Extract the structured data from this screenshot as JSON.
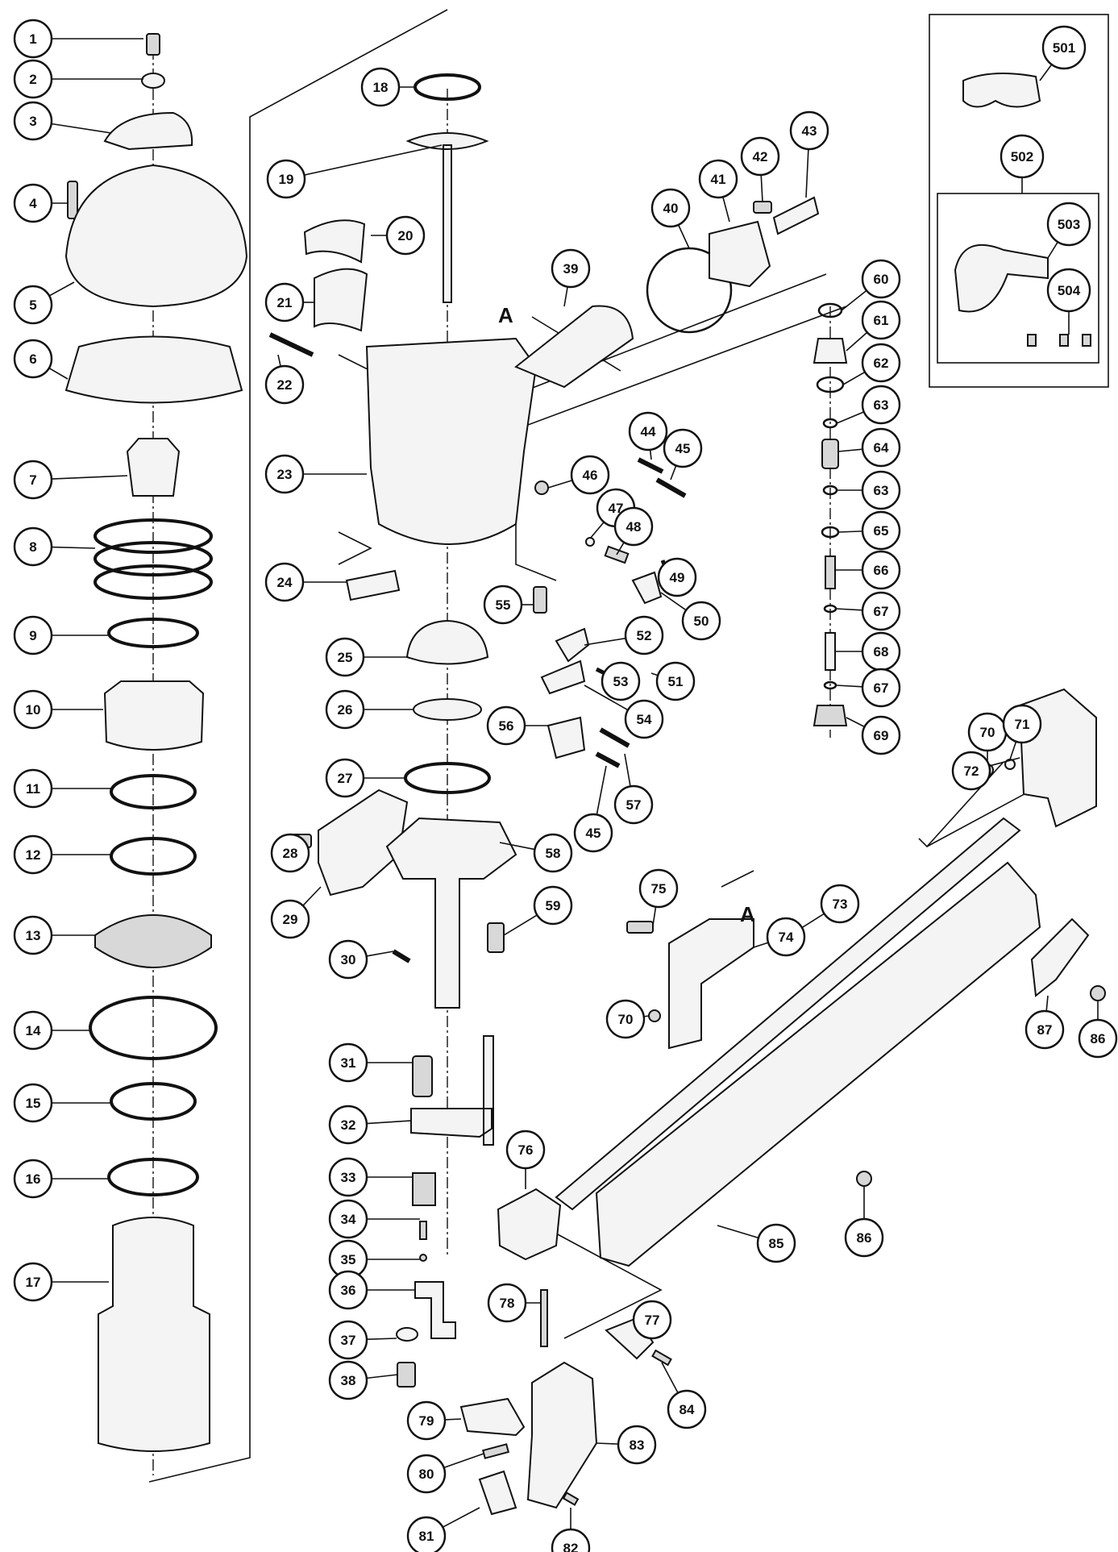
{
  "section_letter": "A",
  "callouts": [
    {
      "label": "1"
    },
    {
      "label": "2"
    },
    {
      "label": "3"
    },
    {
      "label": "4"
    },
    {
      "label": "5"
    },
    {
      "label": "6"
    },
    {
      "label": "7"
    },
    {
      "label": "8"
    },
    {
      "label": "9"
    },
    {
      "label": "10"
    },
    {
      "label": "11"
    },
    {
      "label": "12"
    },
    {
      "label": "13"
    },
    {
      "label": "14"
    },
    {
      "label": "15"
    },
    {
      "label": "16"
    },
    {
      "label": "17"
    },
    {
      "label": "18"
    },
    {
      "label": "19"
    },
    {
      "label": "20"
    },
    {
      "label": "21"
    },
    {
      "label": "22"
    },
    {
      "label": "23"
    },
    {
      "label": "24"
    },
    {
      "label": "25"
    },
    {
      "label": "26"
    },
    {
      "label": "27"
    },
    {
      "label": "28"
    },
    {
      "label": "29"
    },
    {
      "label": "30"
    },
    {
      "label": "31"
    },
    {
      "label": "32"
    },
    {
      "label": "33"
    },
    {
      "label": "34"
    },
    {
      "label": "35"
    },
    {
      "label": "36"
    },
    {
      "label": "37"
    },
    {
      "label": "38"
    },
    {
      "label": "39"
    },
    {
      "label": "40"
    },
    {
      "label": "41"
    },
    {
      "label": "42"
    },
    {
      "label": "43"
    },
    {
      "label": "44"
    },
    {
      "label": "45"
    },
    {
      "label": "46"
    },
    {
      "label": "47"
    },
    {
      "label": "48"
    },
    {
      "label": "49"
    },
    {
      "label": "50"
    },
    {
      "label": "51"
    },
    {
      "label": "52"
    },
    {
      "label": "53"
    },
    {
      "label": "54"
    },
    {
      "label": "55"
    },
    {
      "label": "56"
    },
    {
      "label": "57"
    },
    {
      "label": "45"
    },
    {
      "label": "58"
    },
    {
      "label": "59"
    },
    {
      "label": "60"
    },
    {
      "label": "61"
    },
    {
      "label": "62"
    },
    {
      "label": "63"
    },
    {
      "label": "64"
    },
    {
      "label": "63"
    },
    {
      "label": "65"
    },
    {
      "label": "66"
    },
    {
      "label": "67"
    },
    {
      "label": "68"
    },
    {
      "label": "67"
    },
    {
      "label": "69"
    },
    {
      "label": "70"
    },
    {
      "label": "71"
    },
    {
      "label": "72"
    },
    {
      "label": "73"
    },
    {
      "label": "74"
    },
    {
      "label": "75"
    },
    {
      "label": "70"
    },
    {
      "label": "87"
    },
    {
      "label": "86"
    },
    {
      "label": "86"
    },
    {
      "label": "85"
    },
    {
      "label": "76"
    },
    {
      "label": "77"
    },
    {
      "label": "78"
    },
    {
      "label": "79"
    },
    {
      "label": "80"
    },
    {
      "label": "81"
    },
    {
      "label": "82"
    },
    {
      "label": "83"
    },
    {
      "label": "84"
    },
    {
      "label": "501"
    },
    {
      "label": "502"
    },
    {
      "label": "503"
    },
    {
      "label": "504"
    }
  ]
}
